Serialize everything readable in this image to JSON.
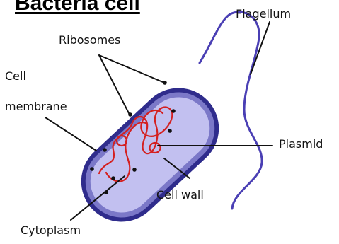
{
  "title": "Bacteria cell",
  "labels": {
    "flagellum": "Flagellum",
    "ribosomes": "Ribosomes",
    "cell_membrane_line1": "Cell",
    "cell_membrane_line2": "membrane",
    "plasmid": "Plasmid",
    "cell_wall": "Cell wall",
    "cytoplasm": "Cytoplasm"
  },
  "colors": {
    "cell_wall": "#2f2c8c",
    "membrane": "#7b78c8",
    "cytoplasm": "#c2c0f0",
    "dna": "#d42020",
    "flagellum": "#4a3fb4",
    "ribosome": "#111111",
    "line": "#111111"
  }
}
